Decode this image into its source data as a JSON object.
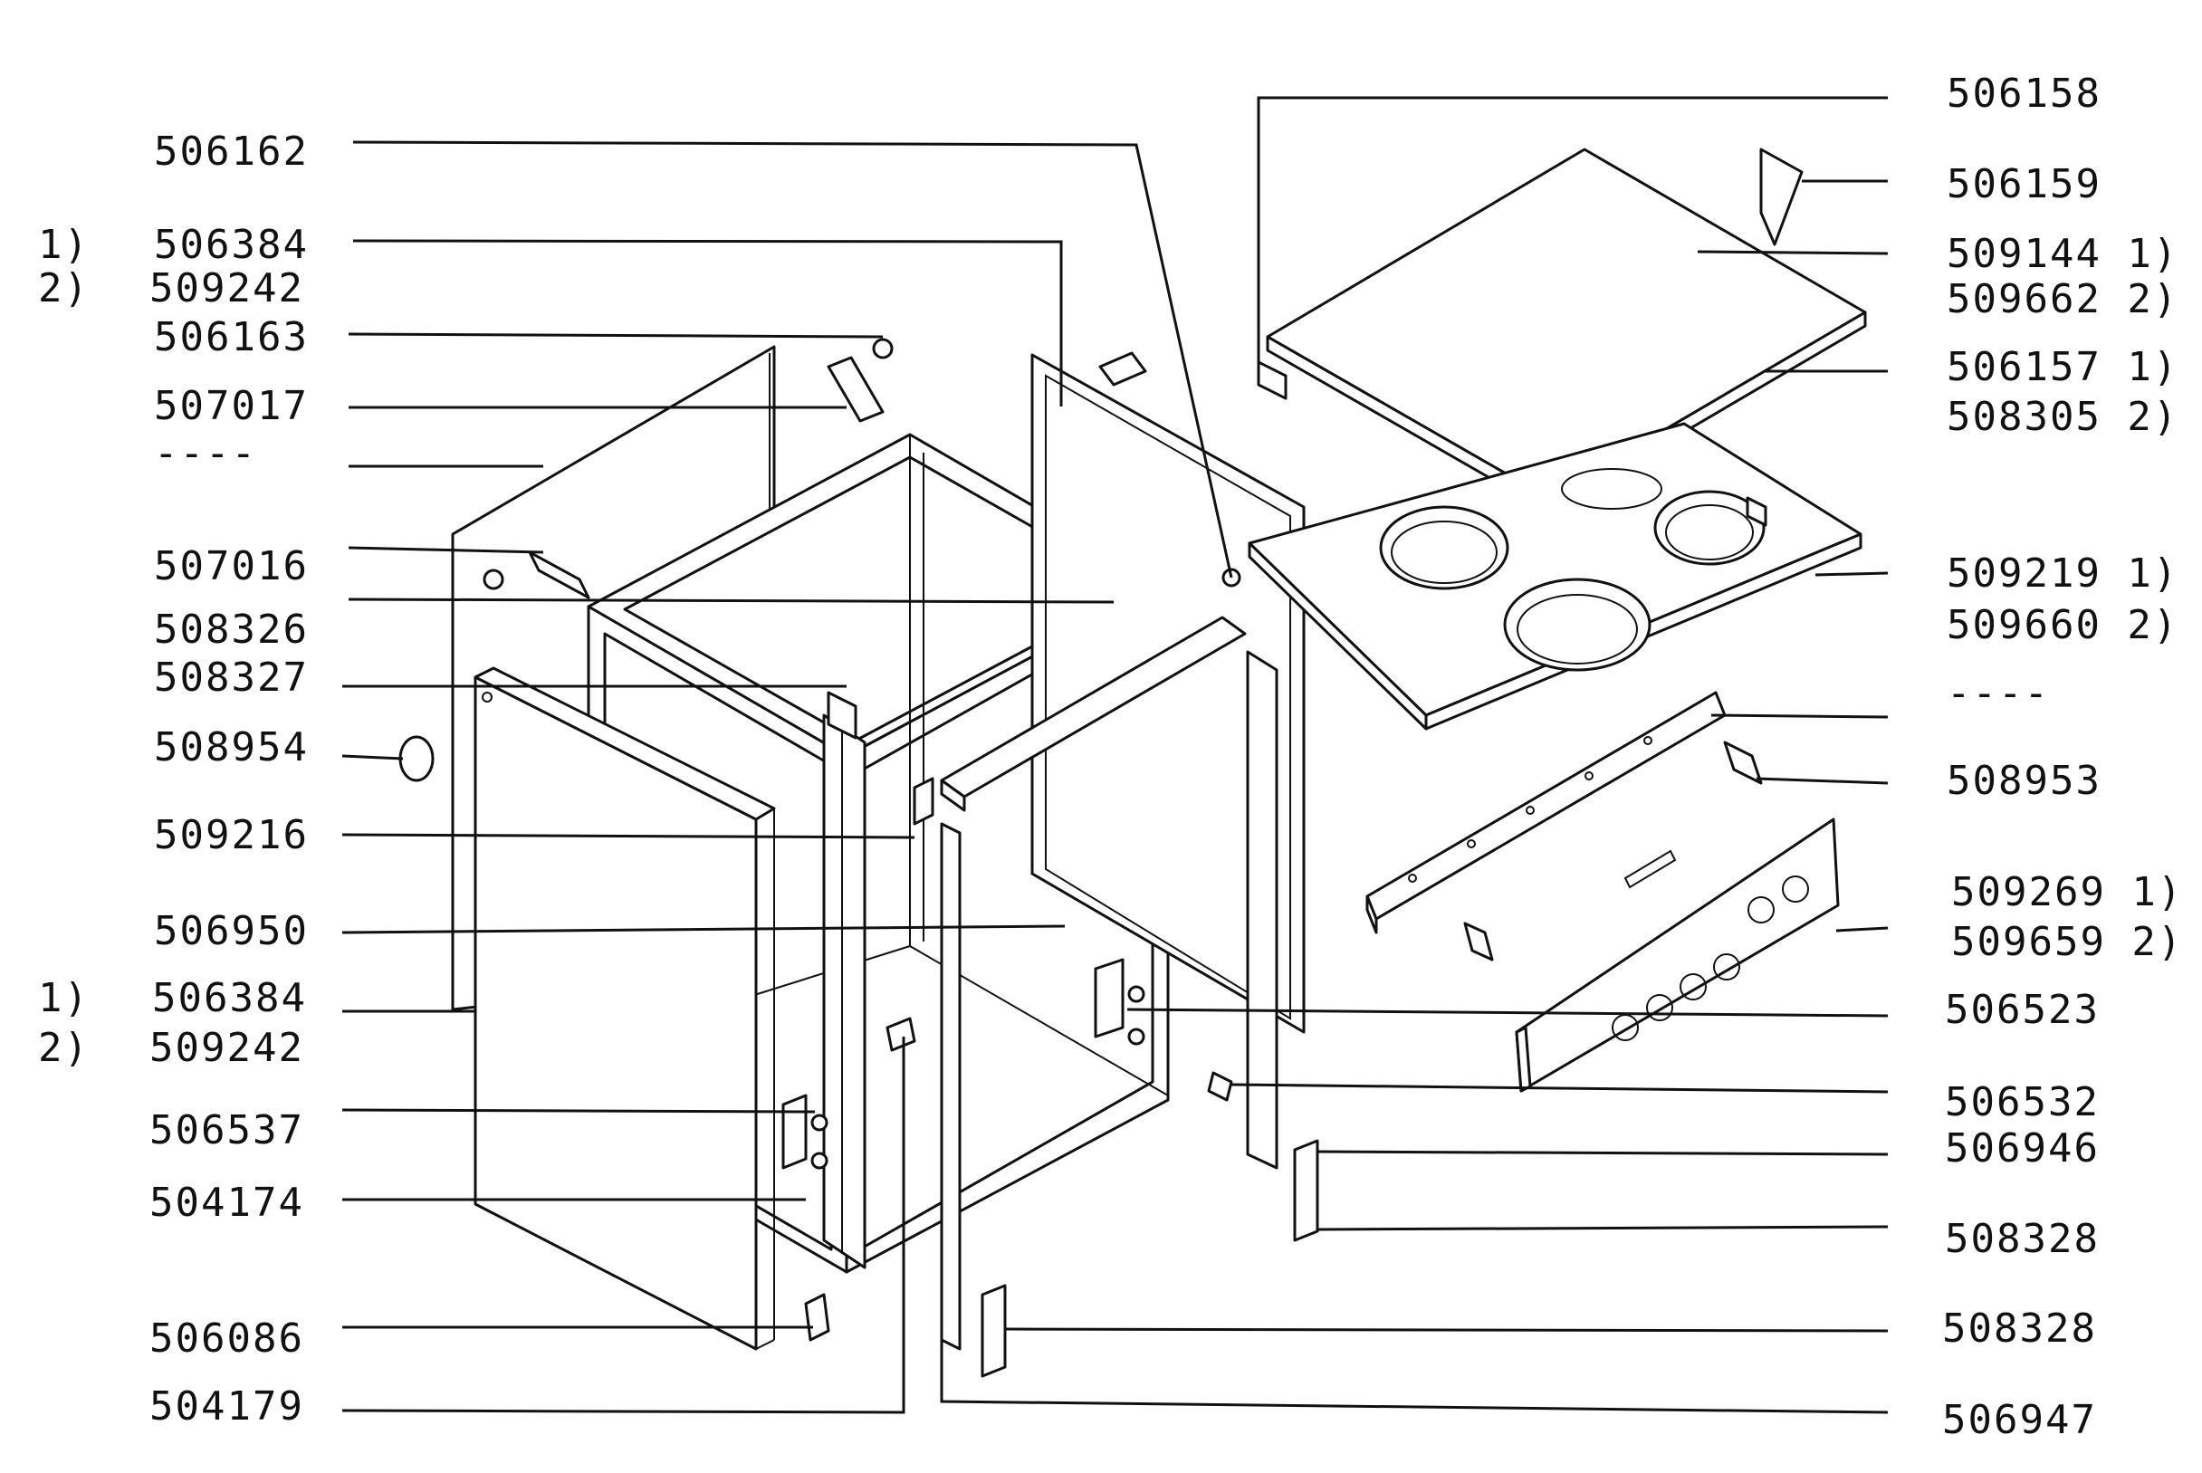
{
  "diagram": {
    "type": "exploded-parts-diagram",
    "labels": {
      "l_506162": "506162",
      "l_1a": "1)",
      "l_506384_top": "506384",
      "l_2a": "2)",
      "l_509242_top": "509242",
      "l_506163": "506163",
      "l_507017": "507017",
      "l_dash_left": "----",
      "l_507016": "507016",
      "l_508326": "508326",
      "l_508327": "508327",
      "l_508954": "508954",
      "l_509216": "509216",
      "l_506950": "506950",
      "l_1b": "1)",
      "l_506384_bot": "506384",
      "l_2b": "2)",
      "l_509242_bot": "509242",
      "l_506537": "506537",
      "l_504174": "504174",
      "l_506086": "506086",
      "l_504179": "504179",
      "r_506158": "506158",
      "r_506159": "506159",
      "r_509144": "509144 1)",
      "r_509662": "509662 2)",
      "r_506157": "506157 1)",
      "r_508305": "508305 2)",
      "r_509219": "509219 1)",
      "r_509660": "509660 2)",
      "r_dash": "----",
      "r_508953": "508953",
      "r_509269": "509269 1)",
      "r_509659": "509659 2)",
      "r_506523": "506523",
      "r_506532": "506532",
      "r_506946": "506946",
      "r_508328_a": "508328",
      "r_508328_b": "508328",
      "r_506947": "506947"
    }
  }
}
